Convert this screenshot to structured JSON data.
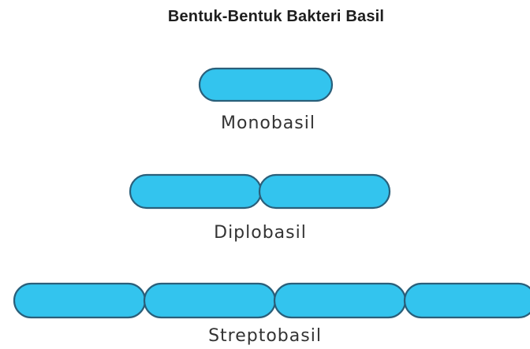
{
  "title": "Bentuk-Bentuk Bakteri Basil",
  "colors": {
    "cell_fill": "#33c4ee",
    "cell_stroke": "#2a5f7a",
    "text": "#333333",
    "title": "#1e1e1e",
    "background": "#ffffff"
  },
  "forms": [
    {
      "name": "Monobasil",
      "cell_count": 1
    },
    {
      "name": "Diplobasil",
      "cell_count": 2
    },
    {
      "name": "Streptobasil",
      "cell_count": 4
    }
  ]
}
